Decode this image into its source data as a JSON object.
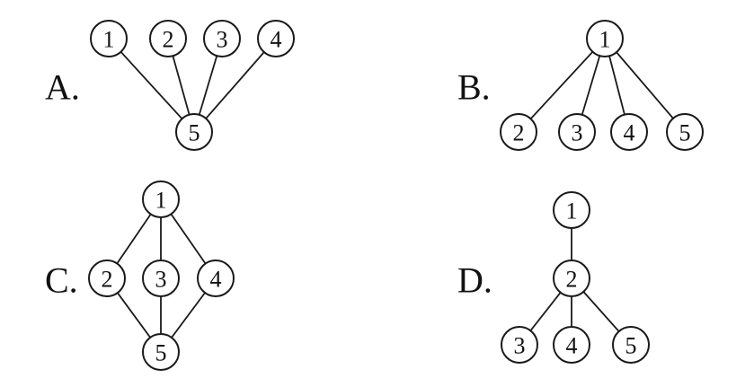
{
  "options": [
    {
      "id": "A",
      "label": "A.",
      "nodes": [
        "1",
        "2",
        "3",
        "4",
        "5"
      ],
      "edges": [
        [
          "1",
          "5"
        ],
        [
          "2",
          "5"
        ],
        [
          "3",
          "5"
        ],
        [
          "4",
          "5"
        ]
      ]
    },
    {
      "id": "B",
      "label": "B.",
      "nodes": [
        "1",
        "2",
        "3",
        "4",
        "5"
      ],
      "edges": [
        [
          "1",
          "2"
        ],
        [
          "1",
          "3"
        ],
        [
          "1",
          "4"
        ],
        [
          "1",
          "5"
        ]
      ]
    },
    {
      "id": "C",
      "label": "C.",
      "nodes": [
        "1",
        "2",
        "3",
        "4",
        "5"
      ],
      "edges": [
        [
          "1",
          "2"
        ],
        [
          "1",
          "3"
        ],
        [
          "1",
          "4"
        ],
        [
          "2",
          "5"
        ],
        [
          "3",
          "5"
        ],
        [
          "4",
          "5"
        ]
      ]
    },
    {
      "id": "D",
      "label": "D.",
      "nodes": [
        "1",
        "2",
        "3",
        "4",
        "5"
      ],
      "edges": [
        [
          "1",
          "2"
        ],
        [
          "2",
          "3"
        ],
        [
          "2",
          "4"
        ],
        [
          "2",
          "5"
        ]
      ]
    }
  ]
}
